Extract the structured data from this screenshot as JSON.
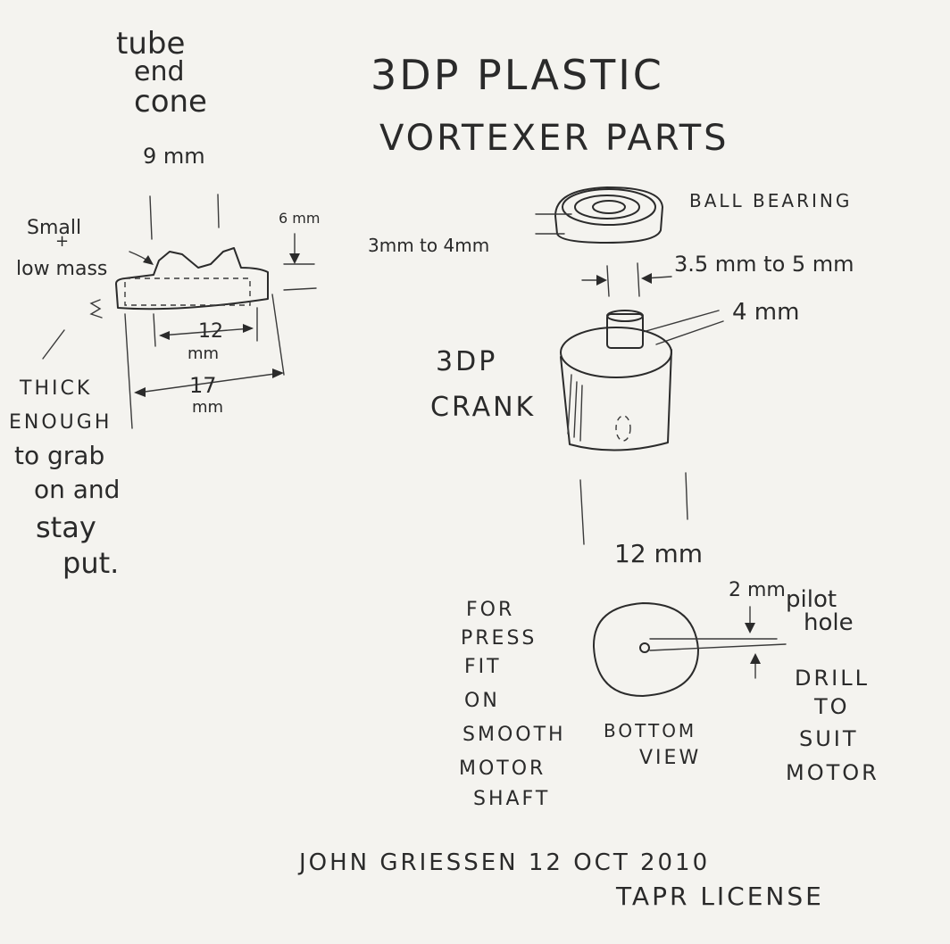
{
  "title": {
    "line1": "3DP  PLASTIC",
    "line2": "VORTEXER  PARTS"
  },
  "cone_part": {
    "heading": [
      "tube",
      "end",
      "cone"
    ],
    "width_label": "9 mm",
    "small_low_mass": [
      "Small",
      "+",
      "low mass"
    ],
    "height_label": "6 mm",
    "inner_label": [
      "12",
      "mm"
    ],
    "outer_label": [
      "17",
      "mm"
    ],
    "note": [
      "THICK",
      "ENOUGH",
      "to grab",
      "on and",
      "stay",
      "put."
    ]
  },
  "bearing": {
    "label": "BALL BEARING",
    "height_label": "3mm to 4mm",
    "bore_label": "3.5 mm to 5 mm"
  },
  "crank": {
    "label": [
      "3DP",
      "CRANK"
    ],
    "shaft_label": "4 mm",
    "diameter_label": "12 mm"
  },
  "bottom_view": {
    "press_fit_note": [
      "FOR",
      "PRESS",
      "FIT",
      "ON",
      "SMOOTH",
      "MOTOR",
      "SHAFT"
    ],
    "view_label": [
      "BOTTOM",
      "VIEW"
    ],
    "pilot_label": [
      "2 mm",
      "pilot",
      "hole"
    ],
    "drill_note": [
      "DRILL",
      "TO",
      "SUIT",
      "MOTOR"
    ]
  },
  "signature": {
    "line1": "JOHN  GRIESSEN  12 OCT 2010",
    "line2": "TAPR  LICENSE"
  },
  "colors": {
    "paper": "#f4f3ef",
    "ink": "#2b2b2b"
  }
}
